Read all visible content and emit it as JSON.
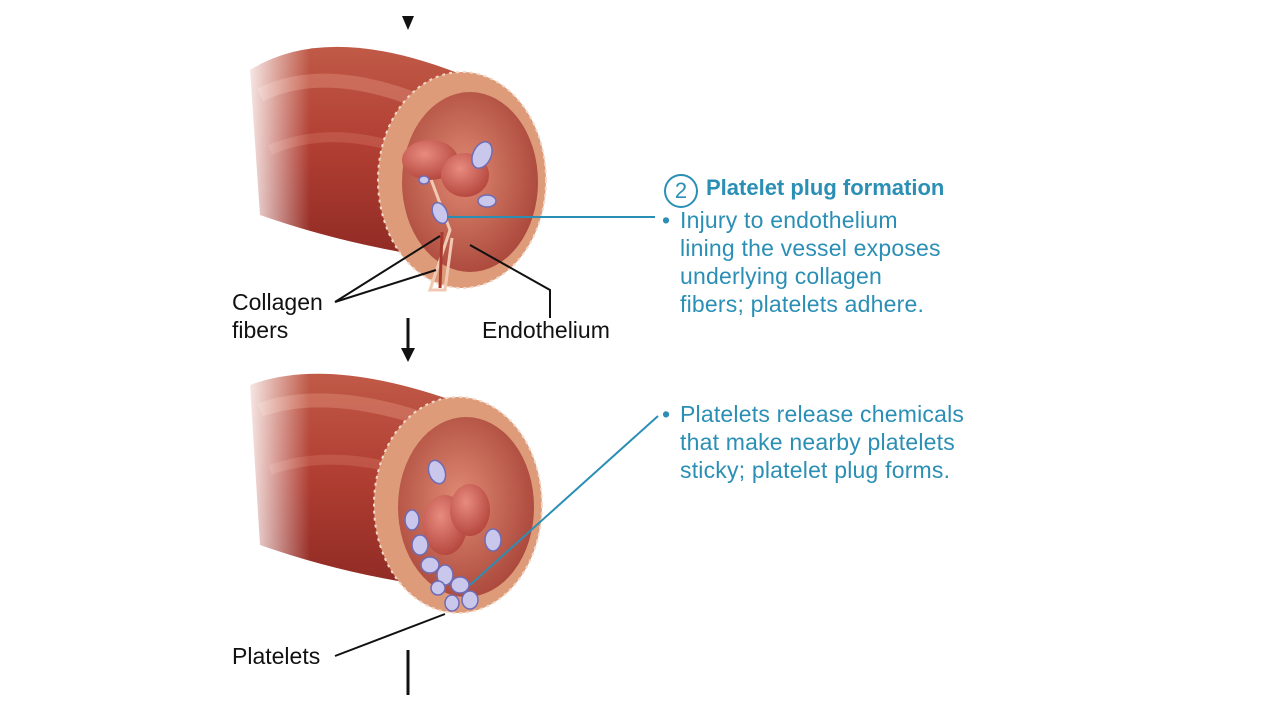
{
  "step": {
    "number": "2",
    "title": "Platelet plug formation",
    "bullets": [
      [
        "Injury to endothelium",
        "lining the vessel exposes",
        "underlying collagen",
        "fibers; platelets adhere."
      ],
      [
        "Platelets release chemicals",
        "that make nearby platelets",
        "sticky; platelet plug forms."
      ]
    ]
  },
  "labels": {
    "collagen": [
      "Collagen",
      "fibers"
    ],
    "endothelium": "Endothelium",
    "platelets": "Platelets"
  },
  "colors": {
    "accent": "#2b8fb5",
    "vessel_outer": "#b4473b",
    "vessel_inner": "#c8644f",
    "vessel_wall": "#d98b6a",
    "platelet": "#c9c7ec",
    "rbc": "#c95f55"
  }
}
